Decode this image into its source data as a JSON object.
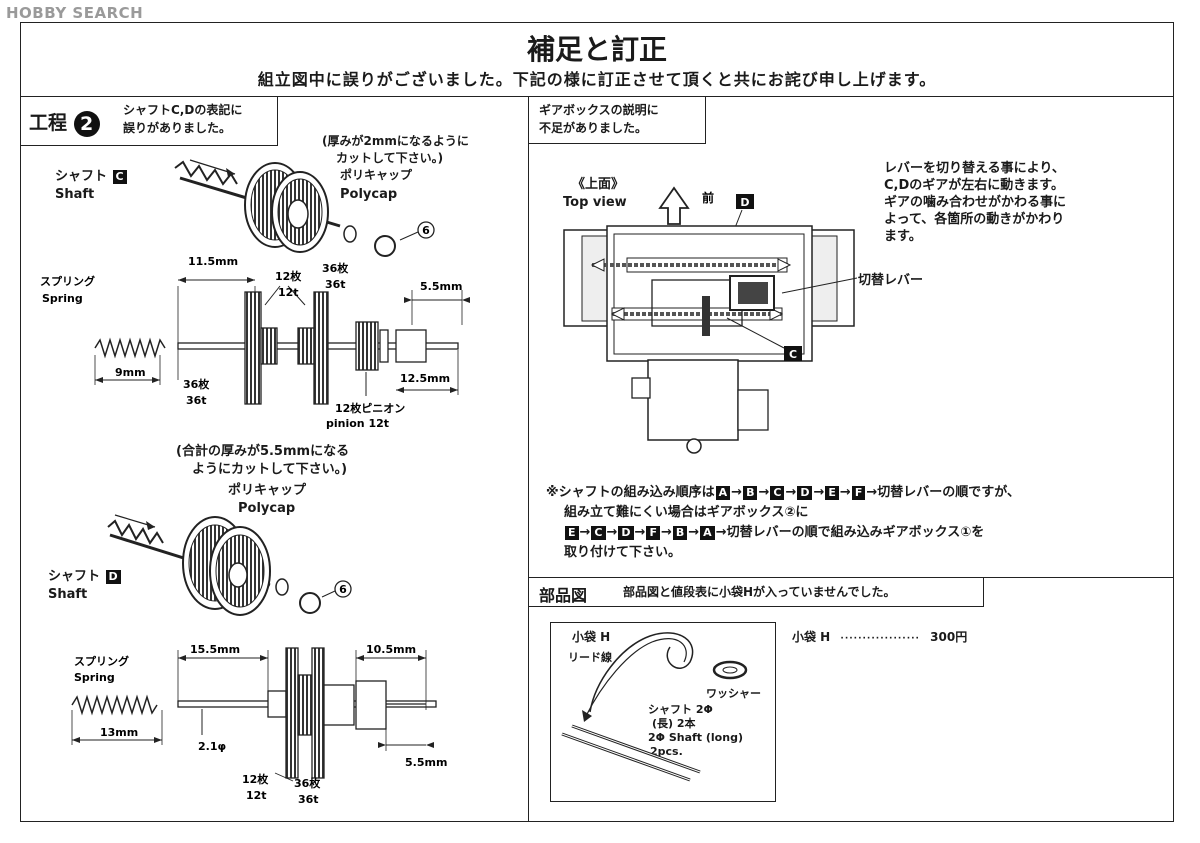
{
  "watermark": "HOBBY SEARCH",
  "header": {
    "title": "補足と訂正",
    "subtitle": "組立図中に誤りがございました。下記の様に訂正させて頂くと共にお詫び申し上げます。"
  },
  "left": {
    "step_label": "工程",
    "step_number": "2",
    "step_note_1": "シャフトC,Dの表記に",
    "step_note_2": "誤りがありました。",
    "top": {
      "shaft_jp": "シャフト",
      "shaft_letter": "C",
      "shaft_en": "Shaft",
      "cut_note_1": "(厚みが2mmになるように",
      "cut_note_2": "カットして下さい。)",
      "polycap_jp": "ポリキャップ",
      "polycap_en": "Polycap",
      "part_number": "6",
      "spring_jp": "スプリング",
      "spring_en": "Spring",
      "dim_11_5": "11.5mm",
      "dim_5_5": "5.5mm",
      "dim_9": "9mm",
      "dim_12_5": "12.5mm",
      "gear12_jp": "12枚",
      "gear12_en": "12t",
      "gear36_jp": "36枚",
      "gear36_en": "36t",
      "gear36b_jp": "36枚",
      "gear36b_en": "36t",
      "pinion_jp": "12枚ピニオン",
      "pinion_en": "pinion 12t"
    },
    "bottom": {
      "cut_note_1": "(合計の厚みが5.5mmになる",
      "cut_note_2": "ようにカットして下さい。)",
      "polycap_jp": "ポリキャップ",
      "polycap_en": "Polycap",
      "shaft_jp": "シャフト",
      "shaft_letter": "D",
      "shaft_en": "Shaft",
      "part_number": "6",
      "spring_jp": "スプリング",
      "spring_en": "Spring",
      "dim_15_5": "15.5mm",
      "dim_10_5": "10.5mm",
      "dim_13": "13mm",
      "dim_5_5": "5.5mm",
      "diameter": "2.1φ",
      "gear12_jp": "12枚",
      "gear12_en": "12t",
      "gear36_jp": "36枚",
      "gear36_en": "36t"
    }
  },
  "right": {
    "note_1": "ギアボックスの説明に",
    "note_2": "不足がありました。",
    "top_view_jp": "《上面》",
    "top_view_en": "Top view",
    "front": "前",
    "label_d": "D",
    "label_c": "C",
    "lever": "切替レバー",
    "desc": [
      "レバーを切り替える事により、",
      "C,Dのギアが左右に動きます。",
      "ギアの噛み合わせがかわる事に",
      "よって、各箇所の動きがかわり",
      "ます。"
    ],
    "order": {
      "intro": "※シャフトの組み込み順序は",
      "seq1": [
        "A",
        "B",
        "C",
        "D",
        "E",
        "F"
      ],
      "seq1_end": "切替レバーの順ですが、",
      "line2": "組み立て難にくい場合はギアボックス②に",
      "seq2": [
        "E",
        "C",
        "D",
        "F",
        "B",
        "A"
      ],
      "seq2_end": "切替レバーの順で組み込みギアボックス①を",
      "line4": "取り付けて下さい。",
      "arrow": "→"
    },
    "parts": {
      "title": "部品図",
      "note": "部品図と値段表に小袋Hが入っていませんでした。",
      "bag_label": "小袋 H",
      "lead_wire": "リード線",
      "washer": "ワッシャー",
      "shaft_1": "シャフト 2Φ",
      "shaft_2": "(長) 2本",
      "shaft_3": "2Φ Shaft (long)",
      "shaft_4": "2pcs.",
      "price_label": "小袋 H",
      "price_dots": "··················",
      "price": "300円"
    }
  }
}
